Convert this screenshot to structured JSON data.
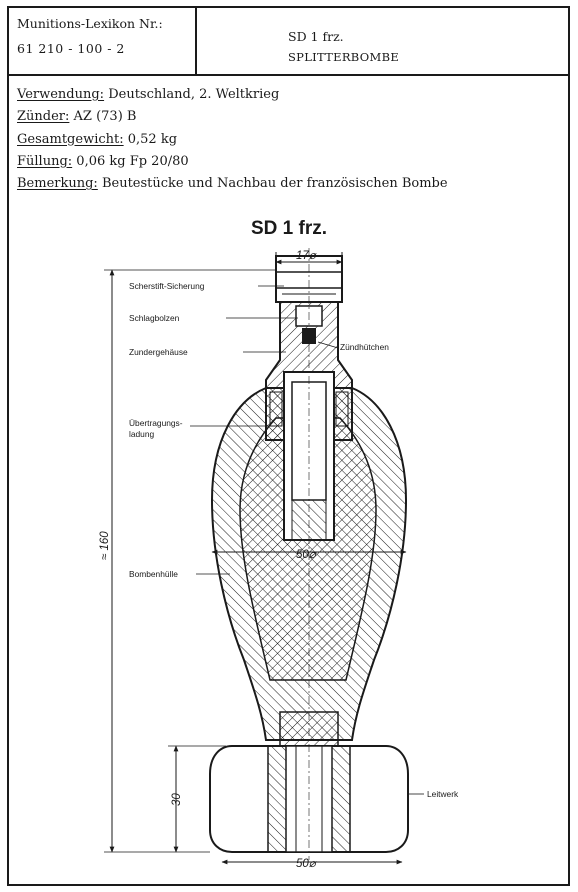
{
  "header": {
    "lexikon_label": "Munitions-Lexikon Nr.:",
    "lexikon_number": "61 210 - 100 - 2",
    "designation": "SD 1 frz.",
    "type": "SPLITTERBOMBE"
  },
  "info": {
    "verwendung": {
      "label": "Verwendung:",
      "value": "Deutschland, 2. Weltkrieg"
    },
    "zuender": {
      "label": "Zünder:",
      "value": "AZ (73) B"
    },
    "gewicht": {
      "label": "Gesamtgewicht:",
      "value": "0,52 kg"
    },
    "fuellung": {
      "label": "Füllung:",
      "value": "0,06 kg Fp 20/80"
    },
    "bemerkung": {
      "label": "Bemerkung:",
      "value": "Beutestücke und Nachbau der französischen Bombe"
    }
  },
  "drawing": {
    "title": "SD 1 frz.",
    "labels": {
      "scherstift": "Scherstift-Sicherung",
      "schlagbolzen": "Schlagbolzen",
      "zundergehaeuse": "Zundergehäuse",
      "zuendhuetchen": "Zündhütchen",
      "uebertragung_1": "Übertragungs-",
      "uebertragung_2": "ladung",
      "bombenhuelle": "Bombenhülle",
      "leitwerk": "Leitwerk"
    },
    "dimensions": {
      "fuze_diameter": "17⌀",
      "body_diameter": "50⌀",
      "total_length": "≈ 160",
      "tail_length": "30",
      "tail_diameter": "50⌀"
    }
  }
}
